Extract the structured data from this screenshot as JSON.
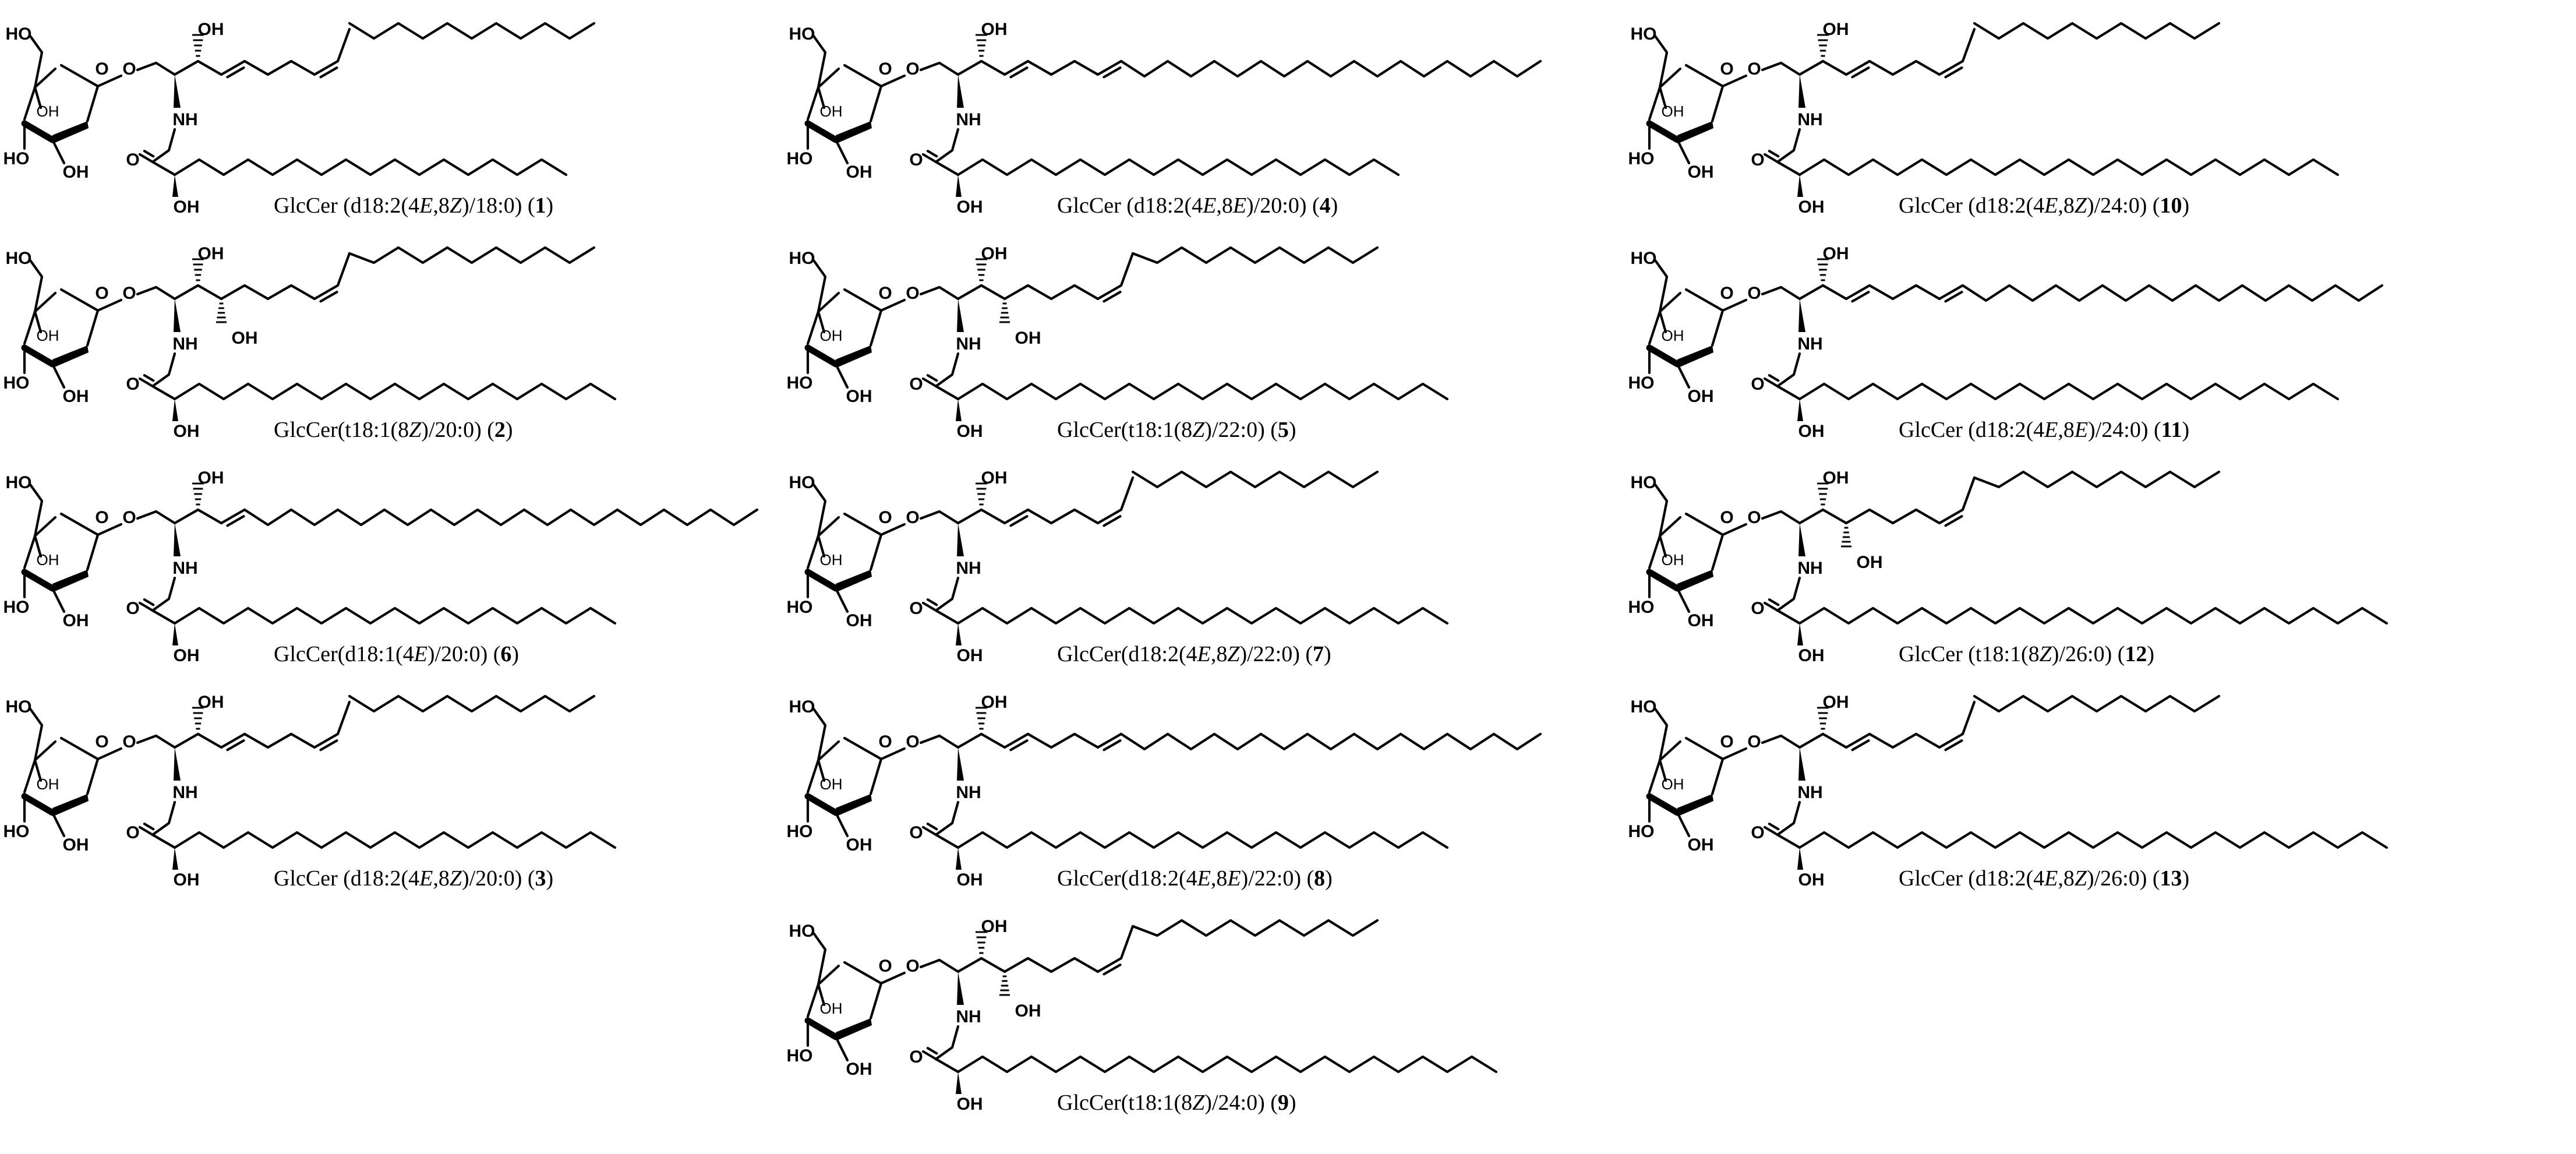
{
  "atom_labels": {
    "ho": "HO",
    "oh": "OH",
    "o": "O",
    "nh": "NH"
  },
  "compounds": [
    {
      "id": "1",
      "variant": "d18:2-4E8Z",
      "acyl": 18,
      "caption": {
        "prefix": "GlcCer (d18:2(4",
        "it1": "E",
        "mid": ",8",
        "it2": "Z",
        "suffix": ")/18:0) (",
        "num": "1",
        "close": ")"
      }
    },
    {
      "id": "2",
      "variant": "t18:1-8Z",
      "acyl": 20,
      "caption": {
        "prefix": "GlcCer(t18:1(8",
        "it1": "Z",
        "mid": "",
        "it2": "",
        "suffix": ")/20:0) (",
        "num": "2",
        "close": ")"
      }
    },
    {
      "id": "6",
      "variant": "d18:1-4E",
      "acyl": 20,
      "caption": {
        "prefix": "GlcCer(d18:1(4",
        "it1": "E",
        "mid": "",
        "it2": "",
        "suffix": ")/20:0) (",
        "num": "6",
        "close": ")"
      }
    },
    {
      "id": "3",
      "variant": "d18:2-4E8Z",
      "acyl": 20,
      "caption": {
        "prefix": "GlcCer (d18:2(4",
        "it1": "E",
        "mid": ",8",
        "it2": "Z",
        "suffix": ")/20:0) (",
        "num": "3",
        "close": ")"
      }
    },
    {
      "id": "4",
      "variant": "d18:2-4E8E",
      "acyl": 20,
      "caption": {
        "prefix": "GlcCer (d18:2(4",
        "it1": "E",
        "mid": ",8",
        "it2": "E",
        "suffix": ")/20:0) (",
        "num": "4",
        "close": ")"
      }
    },
    {
      "id": "5",
      "variant": "t18:1-8Z",
      "acyl": 22,
      "caption": {
        "prefix": "GlcCer(t18:1(8",
        "it1": "Z",
        "mid": "",
        "it2": "",
        "suffix": ")/22:0) (",
        "num": "5",
        "close": ")"
      }
    },
    {
      "id": "7",
      "variant": "d18:2-4E8Z",
      "acyl": 22,
      "caption": {
        "prefix": "GlcCer(d18:2(4",
        "it1": "E",
        "mid": ",8",
        "it2": "Z",
        "suffix": ")/22:0) (",
        "num": "7",
        "close": ")"
      }
    },
    {
      "id": "8",
      "variant": "d18:2-4E8E",
      "acyl": 22,
      "caption": {
        "prefix": "GlcCer(d18:2(4",
        "it1": "E",
        "mid": ",8",
        "it2": "E",
        "suffix": ")/22:0) (",
        "num": "8",
        "close": ")"
      }
    },
    {
      "id": "9",
      "variant": "t18:1-8Z",
      "acyl": 24,
      "caption": {
        "prefix": "GlcCer(t18:1(8",
        "it1": "Z",
        "mid": "",
        "it2": "",
        "suffix": ")/24:0) (",
        "num": "9",
        "close": ")"
      }
    },
    {
      "id": "10",
      "variant": "d18:2-4E8Z",
      "acyl": 24,
      "caption": {
        "prefix": "GlcCer (d18:2(4",
        "it1": "E",
        "mid": ",8",
        "it2": "Z",
        "suffix": ")/24:0) (",
        "num": "10",
        "close": ")"
      }
    },
    {
      "id": "11",
      "variant": "d18:2-4E8E",
      "acyl": 24,
      "caption": {
        "prefix": "GlcCer (d18:2(4",
        "it1": "E",
        "mid": ",8",
        "it2": "E",
        "suffix": ")/24:0) (",
        "num": "11",
        "close": ")"
      }
    },
    {
      "id": "12",
      "variant": "t18:1-8Z",
      "acyl": 26,
      "caption": {
        "prefix": "GlcCer (t18:1(8",
        "it1": "Z",
        "mid": "",
        "it2": "",
        "suffix": ")/26:0) (",
        "num": "12",
        "close": ")"
      }
    },
    {
      "id": "13",
      "variant": "d18:2-4E8Z",
      "acyl": 26,
      "caption": {
        "prefix": "GlcCer (d18:2(4",
        "it1": "E",
        "mid": ",8",
        "it2": "Z",
        "suffix": ")/26:0) (",
        "num": "13",
        "close": ")"
      }
    }
  ]
}
